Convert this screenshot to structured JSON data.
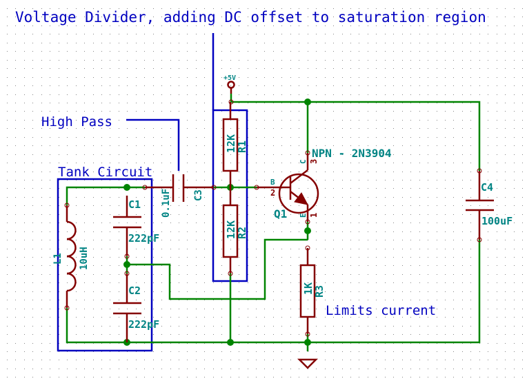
{
  "schematic": {
    "title_note": "Voltage Divider, adding DC offset to saturation region",
    "notes": {
      "high_pass": "High Pass",
      "tank_circuit": "Tank Circuit",
      "limits_current": "Limits current"
    },
    "power": {
      "label": "+5V"
    },
    "components": {
      "R1": {
        "ref": "R1",
        "value": "12K"
      },
      "R2": {
        "ref": "R2",
        "value": "12K"
      },
      "R3": {
        "ref": "R3",
        "value": "1K"
      },
      "C1": {
        "ref": "C1",
        "value": "222pF"
      },
      "C2": {
        "ref": "C2",
        "value": "222pF"
      },
      "C3": {
        "ref": "C3",
        "value": "0.1uF"
      },
      "C4": {
        "ref": "C4",
        "value": "100uF"
      },
      "L1": {
        "ref": "L1",
        "value": "10uH"
      },
      "Q1": {
        "ref": "Q1",
        "value": "NPN - 2N3904",
        "pins": {
          "base_name": "B",
          "base_num": "2",
          "collector_name": "C",
          "collector_num": "3",
          "emitter_name": "E",
          "emitter_num": "1"
        }
      }
    },
    "ground": {
      "symbol": "ground-icon"
    },
    "colors": {
      "wire": "#008400",
      "component": "#840000",
      "note": "#0000c0",
      "reference": "#008484",
      "grid": "#848484"
    }
  }
}
